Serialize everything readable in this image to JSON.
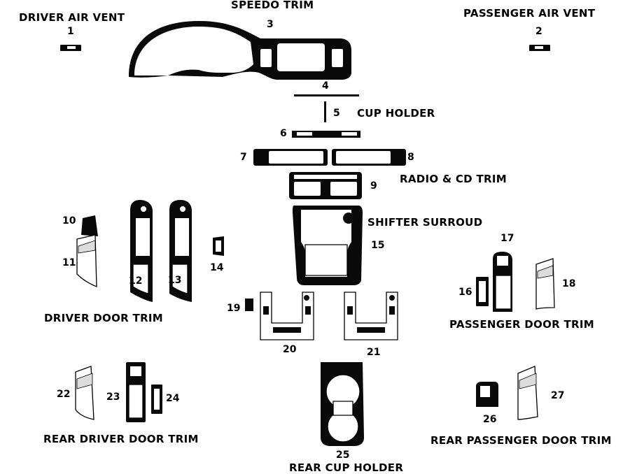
{
  "labels": {
    "driver_air_vent": "DRIVER AIR VENT",
    "speedo_trim": "SPEEDO TRIM",
    "passenger_air_vent": "PASSENGER AIR VENT",
    "cup_holder": "CUP HOLDER",
    "radio_cd_trim": "RADIO & CD TRIM",
    "shifter_surround": "SHIFTER SURROUD",
    "driver_door_trim": "DRIVER DOOR TRIM",
    "passenger_door_trim": "PASSENGER DOOR TRIM",
    "rear_driver_door_trim": "REAR DRIVER DOOR TRIM",
    "rear_passenger_door_trim": "REAR PASSENGER DOOR TRIM",
    "rear_cup_holder": "REAR CUP HOLDER"
  },
  "part_numbers": [
    "1",
    "2",
    "3",
    "4",
    "5",
    "6",
    "7",
    "8",
    "9",
    "10",
    "11",
    "12",
    "13",
    "14",
    "15",
    "16",
    "17",
    "18",
    "19",
    "20",
    "21",
    "22",
    "23",
    "24",
    "25",
    "26",
    "27"
  ]
}
